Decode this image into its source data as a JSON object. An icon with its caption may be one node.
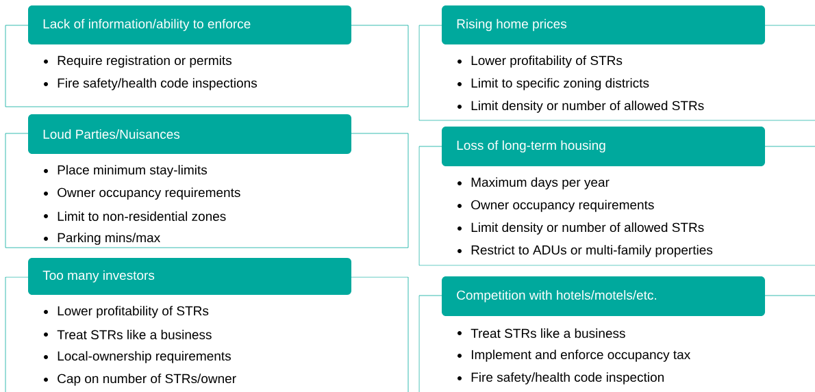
{
  "diagram": {
    "nodes": [
      {
        "text": [
          "Lack of information/ability to enforce",
          "Require registration or permits",
          "Fire safety/health code inspections"
        ]
      },
      {
        "text": [
          "Loud Parties/Nuisances",
          "Place minimum stay-limits",
          "Owner occupancy requirements",
          "Limit to non-residential zones",
          "Parking mins/max"
        ]
      },
      {
        "text": [
          "Too many investors",
          "Lower profitability of STRs",
          "Treat STRs like a business",
          "Local-ownership requirements",
          "Cap on number of STRs/owner"
        ]
      },
      {
        "text": [
          "Rising home prices",
          "Lower profitability of STRs",
          "Limit to specific zoning districts",
          "Limit density or number of allowed STRs"
        ]
      },
      {
        "text": [
          "Loss of long-term housing",
          "Maximum days per year",
          "Owner occupancy requirements",
          "Limit density or number of allowed STRs",
          "Restrict to ADUs or multi-family properties"
        ]
      },
      {
        "text": [
          "Competition with hotels/motels/etc.",
          "Treat STRs like a business",
          "Implement and enforce occupancy tax",
          "Fire safety/health code inspection"
        ]
      }
    ]
  }
}
